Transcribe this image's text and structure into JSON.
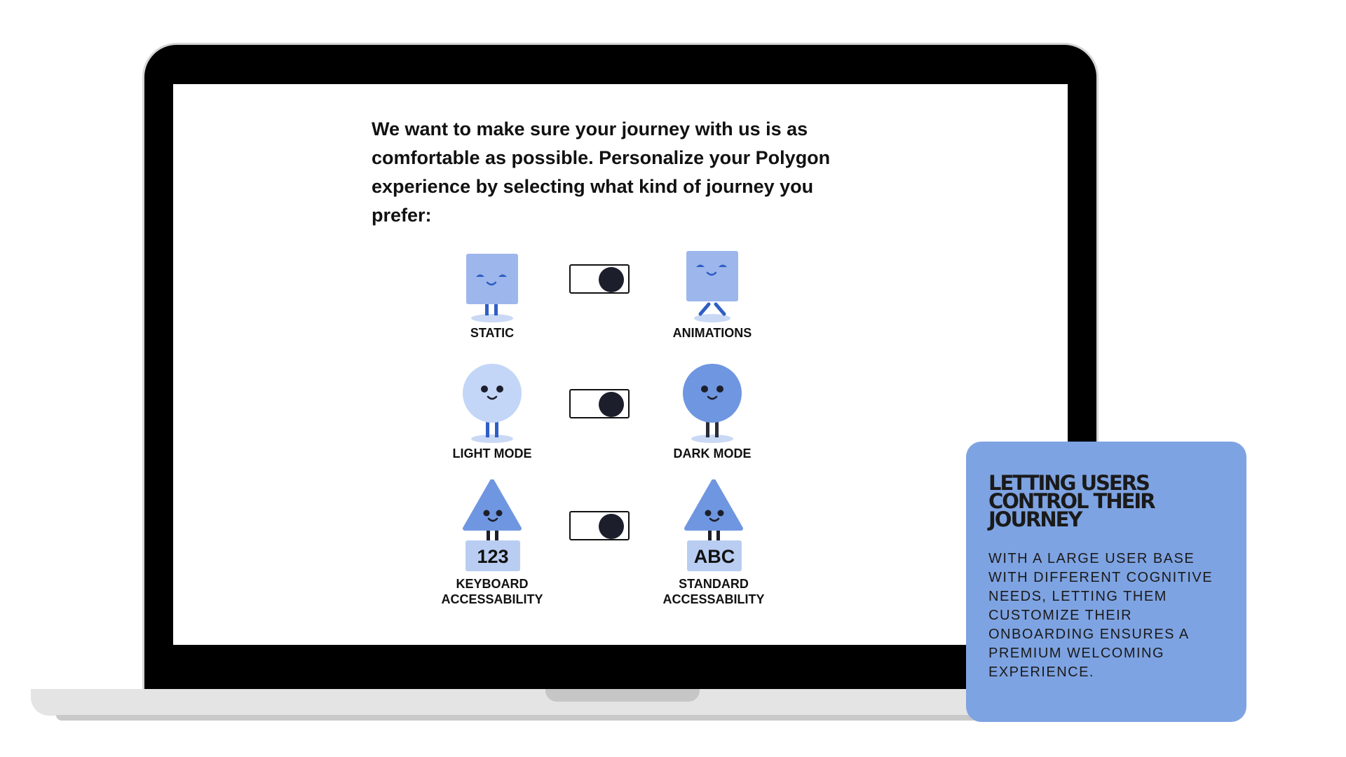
{
  "intro": {
    "text": "We want to make sure your journey with us is as comfortable as possible.  Personalize your Polygon experience by selecting what kind of journey you prefer:"
  },
  "options": [
    {
      "left": {
        "label": "STATIC",
        "character": "square-character-static"
      },
      "right": {
        "label": "ANIMATIONS",
        "character": "square-character-animated"
      }
    },
    {
      "left": {
        "label": "LIGHT MODE",
        "character": "circle-character-light"
      },
      "right": {
        "label": "DARK MODE",
        "character": "circle-character-dark"
      }
    },
    {
      "left": {
        "label": "KEYBOARD\nACCESSABILITY",
        "character": "triangle-character-keyboard",
        "badge": "123"
      },
      "right": {
        "label": "STANDARD\nACCESSABILITY",
        "character": "triangle-character-standard",
        "badge": "ABC"
      }
    }
  ],
  "toggles": [
    {
      "state": "right"
    },
    {
      "state": "right"
    },
    {
      "state": "right"
    }
  ],
  "card": {
    "title": "LETTING USERS CONTROL THEIR JOURNEY",
    "body": "WITH A LARGE USER BASE WITH DIFFERENT COGNITIVE NEEDS, LETTING THEM CUSTOMIZE THEIR ONBOARDING ENSURES A PREMIUM WELCOMING EXPERIENCE."
  },
  "colors": {
    "accent": "#7ea3e2",
    "character_light": "#9db7ec",
    "character_mid": "#6f96e0",
    "character_dark": "#2f5fc4",
    "knob": "#1c1f2b"
  }
}
